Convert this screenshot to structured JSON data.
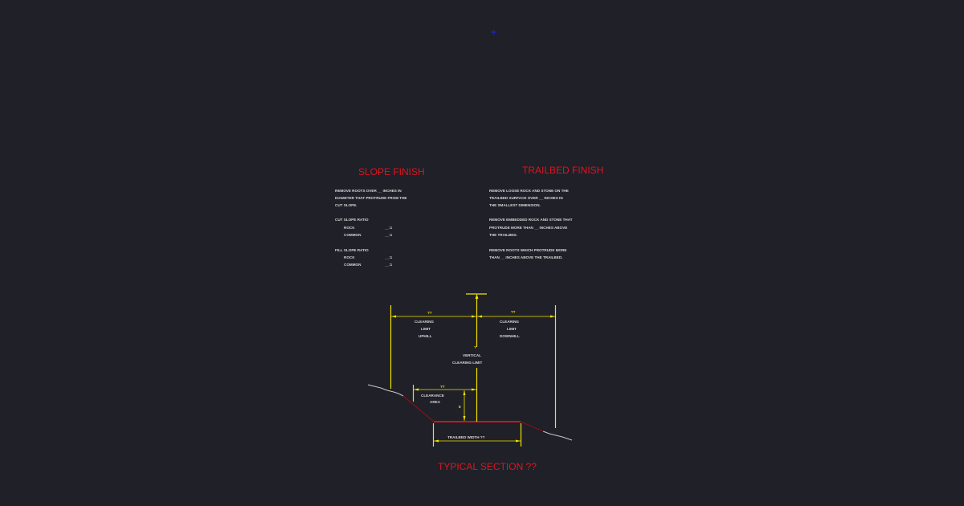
{
  "colors": {
    "background": "#1f2028",
    "heading": "#e0141e",
    "dimension": "#f2e200",
    "text": "#d8d8d8",
    "trailbed": "#e0141e",
    "ground": "#c8c8c8",
    "marker": "#1a1aff"
  },
  "slope_finish": {
    "title": "SLOPE FINISH",
    "lines": [
      "REMOVE ROOTS OVER __ INCHES IN",
      "DIAMETER THAT PROTRUDE FROM THE",
      "CUT SLOPE.",
      "",
      "CUT SLOPE RATIO",
      "",
      "",
      "",
      "FILL SLOPE RATIO"
    ],
    "cut_ratio": [
      {
        "label": "ROCK",
        "value": "__:1"
      },
      {
        "label": "COMMON",
        "value": "__:1"
      }
    ],
    "fill_ratio": [
      {
        "label": "ROCK",
        "value": "__:1"
      },
      {
        "label": "COMMON",
        "value": "__:1"
      }
    ]
  },
  "trailbed_finish": {
    "title": "TRAILBED FINISH",
    "lines": [
      "REMOVE LOOSE ROCK AND STONE ON THE",
      "TRAILBED SURFACE OVER __ INCHES IN",
      "THE SMALLEST DIMENSION.",
      "",
      "REMOVE EMBEDDED ROCK AND STONE THAT",
      "PROTRUDE MORE THAN __ INCHES ABOVE",
      "THE TRAILBED.",
      "",
      "REMOVE ROOTS WHICH PROTRUDE MORE",
      "THAN __ INCHES ABOVE THE TRAILBED."
    ]
  },
  "section": {
    "uphill_dim": "??",
    "uphill_label": [
      "CLEARING",
      "LIMIT",
      "UPHILL"
    ],
    "downhill_dim": "??",
    "downhill_label": [
      "CLEARING",
      "LIMIT",
      "DOWNHILL"
    ],
    "vertical_dim": "?",
    "vertical_label": [
      "VERTICAL",
      "CLEARING LIMIT"
    ],
    "clearance_dim": "??",
    "clearance_label": [
      "CLEARANCE",
      "AREA"
    ],
    "small_dim": "8",
    "trailbed_width": "TRAILBED WIDTH ??",
    "title": "TYPICAL SECTION ??"
  }
}
